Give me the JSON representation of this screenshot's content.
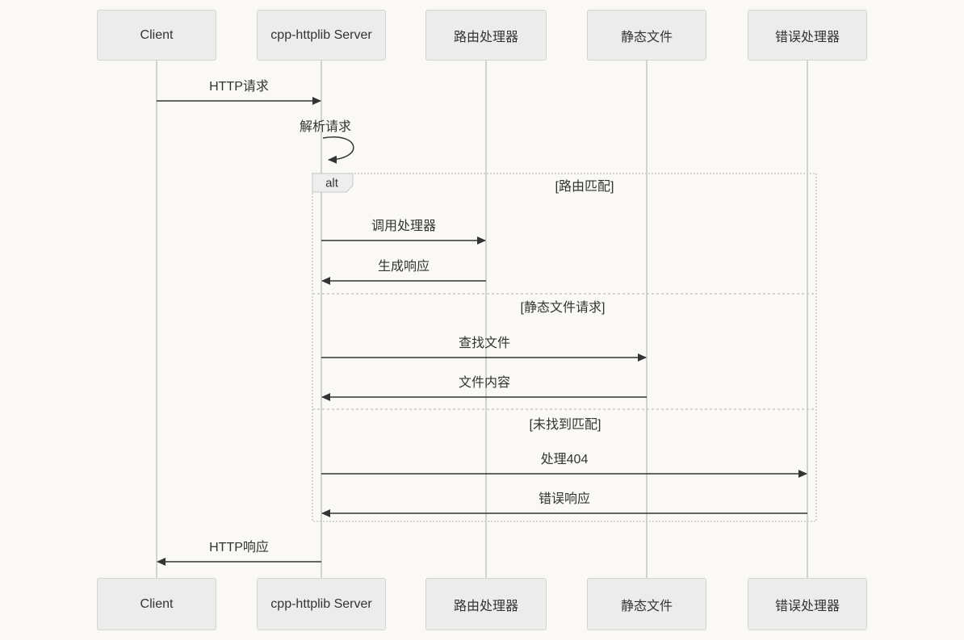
{
  "diagram": {
    "type": "sequence-diagram",
    "actors": [
      {
        "id": "client",
        "label": "Client"
      },
      {
        "id": "server",
        "label": "cpp-httplib Server"
      },
      {
        "id": "route-handler",
        "label": "路由处理器"
      },
      {
        "id": "static-files",
        "label": "静态文件"
      },
      {
        "id": "error-handler",
        "label": "错误处理器"
      }
    ],
    "messages": [
      {
        "from": "Client",
        "to": "cpp-httplib Server",
        "label": "HTTP请求",
        "style": "solid-arrow"
      },
      {
        "from": "cpp-httplib Server",
        "to": "cpp-httplib Server",
        "label": "解析请求",
        "style": "self-loop"
      },
      {
        "from": "cpp-httplib Server",
        "to": "路由处理器",
        "label": "调用处理器",
        "style": "solid-arrow"
      },
      {
        "from": "路由处理器",
        "to": "cpp-httplib Server",
        "label": "生成响应",
        "style": "solid-arrow"
      },
      {
        "from": "cpp-httplib Server",
        "to": "静态文件",
        "label": "查找文件",
        "style": "solid-arrow"
      },
      {
        "from": "静态文件",
        "to": "cpp-httplib Server",
        "label": "文件内容",
        "style": "solid-arrow"
      },
      {
        "from": "cpp-httplib Server",
        "to": "错误处理器",
        "label": "处理404",
        "style": "solid-arrow"
      },
      {
        "from": "错误处理器",
        "to": "cpp-httplib Server",
        "label": "错误响应",
        "style": "solid-arrow"
      },
      {
        "from": "cpp-httplib Server",
        "to": "Client",
        "label": "HTTP响应",
        "style": "solid-arrow"
      }
    ],
    "alt_frame": {
      "operator": "alt",
      "sections": [
        {
          "condition": "[路由匹配]"
        },
        {
          "condition": "[静态文件请求]"
        },
        {
          "condition": "[未找到匹配]"
        }
      ]
    },
    "colors": {
      "background": "#faf9f5",
      "actor_fill": "#ececec",
      "actor_border": "#d5d4d0",
      "text": "#333333",
      "arrow": "#333333",
      "lifeline": "#d2d2d0",
      "frame_border": "#c9c9c6",
      "tab_fill": "#eeeeee"
    }
  }
}
